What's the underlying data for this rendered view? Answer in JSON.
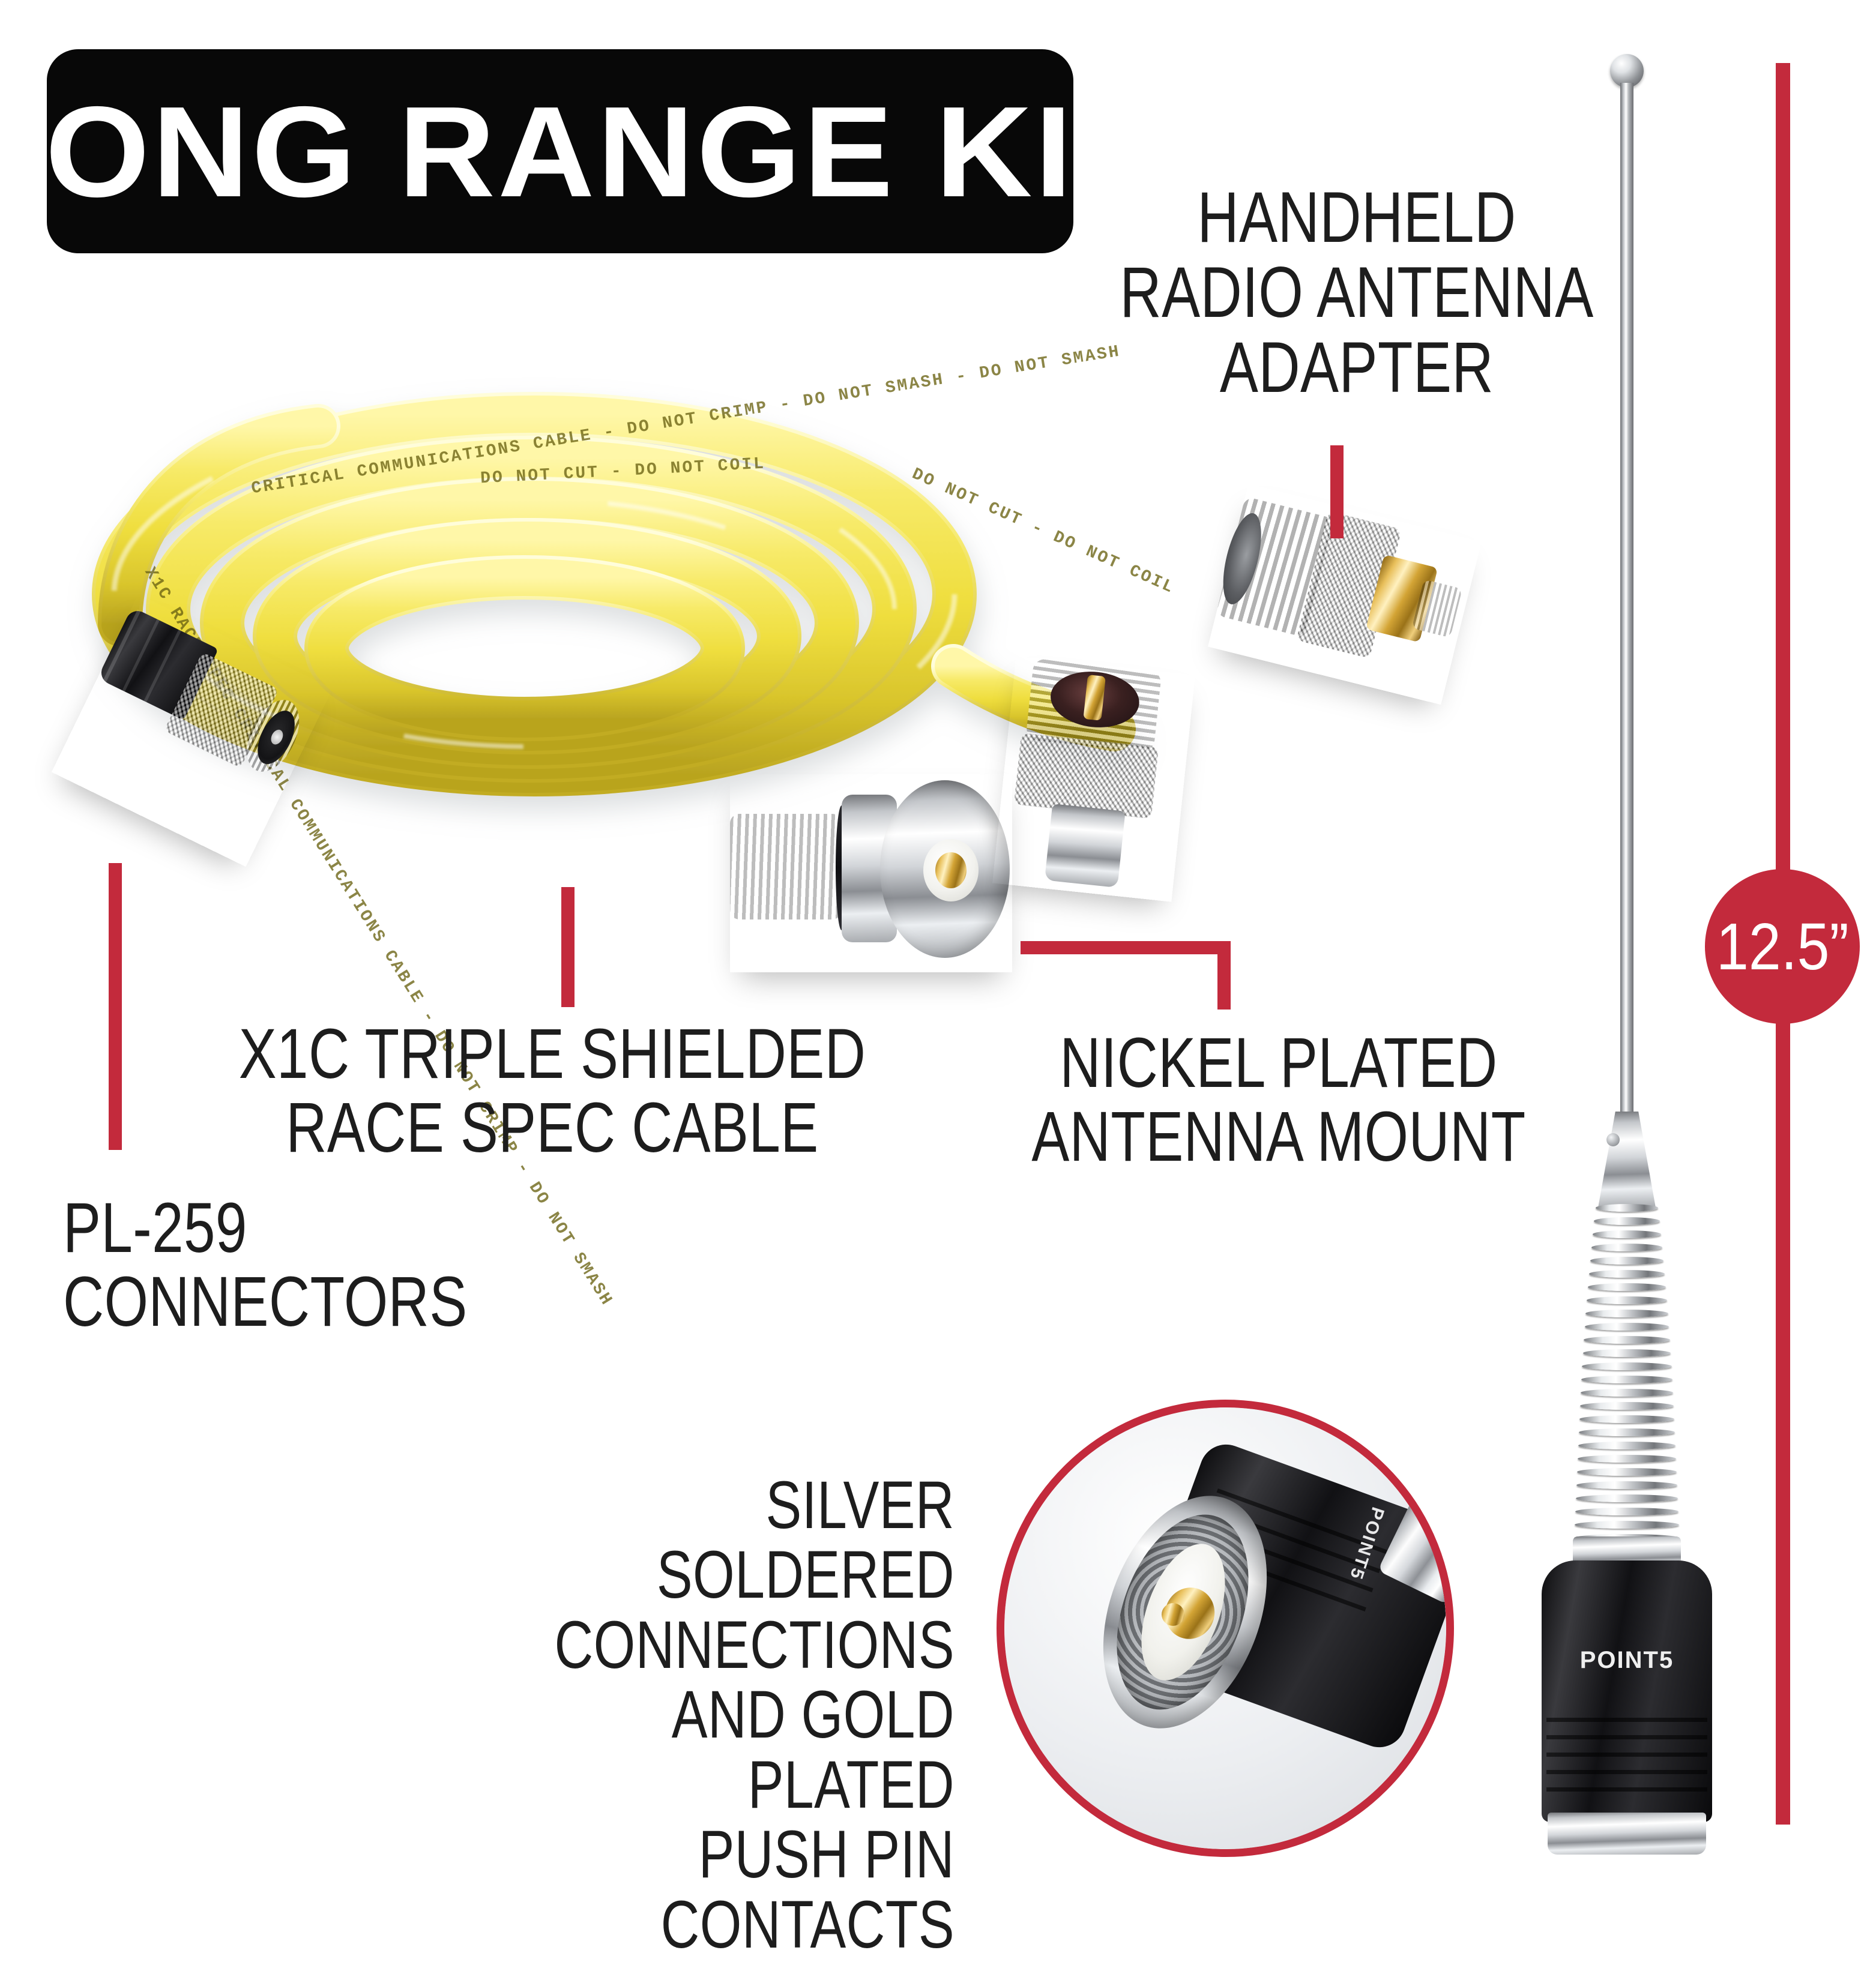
{
  "title": {
    "text": "LONG RANGE KIT"
  },
  "callouts": {
    "handheld": "HANDHELD\nRADIO ANTENNA\nADAPTER",
    "cable": "X1C TRIPLE SHIELDED\nRACE SPEC CABLE",
    "pl259": "PL-259\nCONNECTORS",
    "mount": "NICKEL PLATED\nANTENNA MOUNT",
    "silver": "SILVER SOLDERED\nCONNECTIONS\nAND GOLD PLATED\nPUSH PIN CONTACTS"
  },
  "measurement": {
    "value": "12.5”"
  },
  "cable_print": {
    "line_a": "CRITICAL  COMMUNICATIONS  CABLE  -  DO  NOT  CRIMP  -  DO  NOT  SMASH  -  DO  NOT  SMASH",
    "line_b": "DO  NOT  CUT  -  DO  NOT  COIL",
    "line_c": "X1C  RACE  SPEC  CRITICAL  COMMUNICATIONS  CABLE  -  DO  NOT  CRIMP  -  DO  NOT  SMASH",
    "line_d": "DO  NOT  CUT  -  DO  NOT  COIL"
  },
  "brand": {
    "antenna_base": "POINT5",
    "inset_mark": "POINT5"
  },
  "colors": {
    "accent_red": "#C32A3C",
    "banner_black": "#080808",
    "text_dark": "#1d1d1d",
    "cable_yellow": "#F2E34B",
    "background": "#FFFFFF"
  }
}
